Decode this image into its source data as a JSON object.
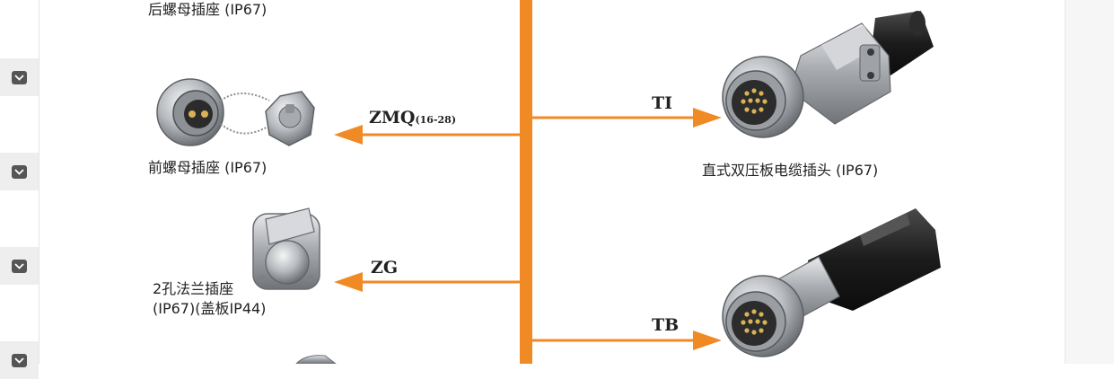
{
  "colors": {
    "accent": "#f08a24",
    "metal": "#b9bcc0",
    "rubber": "#1f1f1f"
  },
  "rail": {
    "toggle_icon": "chevron-down-icon",
    "count": 4
  },
  "left_items": [
    {
      "label": "后螺母插座 (IP67)"
    },
    {
      "code": "ZMQ",
      "code_range": "(16-28)",
      "label": "前螺母插座 (IP67)"
    },
    {
      "code": "ZG",
      "label_line1": "2孔法兰插座",
      "label_line2": "(IP67)(盖板IP44)"
    }
  ],
  "right_items": [
    {
      "code": "TI",
      "label": "直式双压板电缆插头 (IP67)"
    },
    {
      "code": "TB"
    }
  ]
}
